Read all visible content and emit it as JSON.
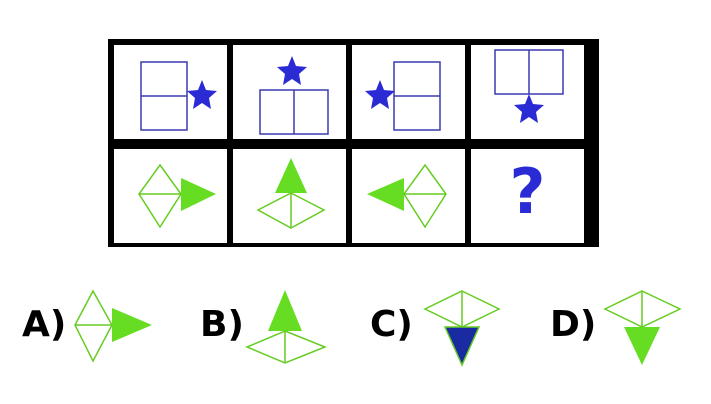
{
  "colors": {
    "blue": "#2b2bd6",
    "blue_outline": "#3a3ab0",
    "green": "#66dd22",
    "green_outline": "#66cc22",
    "dark_blue": "#1a2aa0"
  },
  "question_mark": "?",
  "options": [
    {
      "letter": "A)",
      "icon": "rhombus-with-arrow-right-icon"
    },
    {
      "letter": "B)",
      "icon": "arrow-up-over-rhombus-icon"
    },
    {
      "letter": "C)",
      "icon": "rhombus-with-blue-arrow-down-icon"
    },
    {
      "letter": "D)",
      "icon": "rhombus-with-arrow-down-icon"
    }
  ]
}
